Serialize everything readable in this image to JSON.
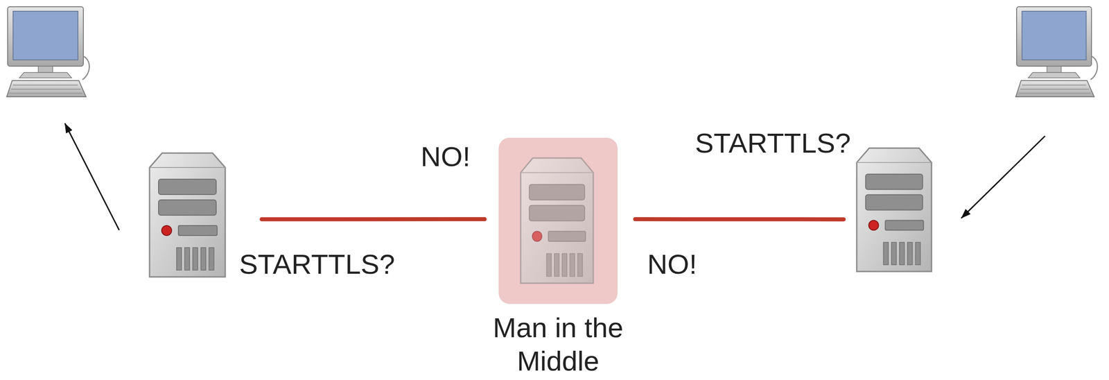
{
  "diagram": {
    "nodes": [
      {
        "text": []
      },
      {
        "text": []
      },
      {
        "text": [
          "Man in the Middle"
        ]
      },
      {
        "text": []
      },
      {
        "text": []
      }
    ],
    "edges": [
      {
        "from": 4,
        "to": 3,
        "arrow": "to"
      },
      {
        "from": 1,
        "to": 0,
        "arrow": "to"
      },
      {
        "from": 1,
        "to": 2,
        "arrow": "none"
      },
      {
        "from": 2,
        "to": 3,
        "arrow": "none"
      }
    ],
    "labels": [
      "STARTTLS?",
      "NO!",
      "STARTTLS?",
      "NO!"
    ]
  }
}
